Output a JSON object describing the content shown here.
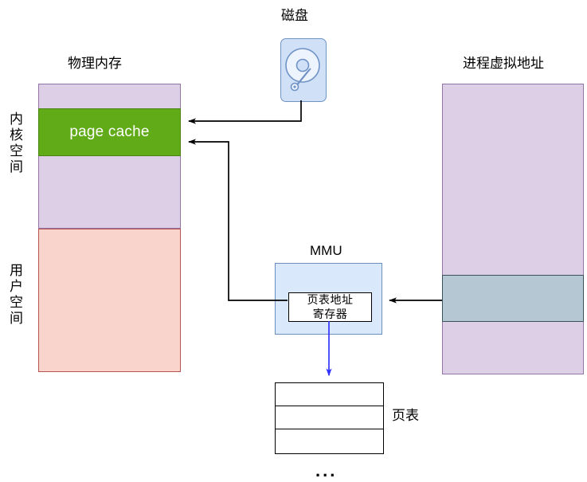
{
  "diagram": {
    "title_physical_memory": "物理内存",
    "title_disk": "磁盘",
    "title_mmu": "MMU",
    "title_virtual_address": "进程虚拟地址",
    "page_table_label": "页表",
    "page_table_ellipsis": "...",
    "kernel_space_label": "内核空间",
    "user_space_label": "用户空间",
    "page_cache_label": "page cache",
    "page_table_register_line1": "页表地址",
    "page_table_register_line2": "寄存器",
    "colors": {
      "kernel_space_fill": "#ddd0e6",
      "kernel_space_stroke": "#9673a6",
      "user_space_fill": "#f9d4cd",
      "user_space_stroke": "#b85450",
      "page_cache_fill": "#61ab19",
      "page_cache_text": "#ffffff",
      "mmu_fill": "#dae8fc",
      "mmu_stroke": "#6c8ebf",
      "disk_fill": "#cfe0f7",
      "disk_stroke": "#7093c6",
      "virtual_address_fill": "#ddd0e6",
      "virtual_address_stroke": "#9673a6",
      "highlight_fill": "#b4c7d2",
      "highlight_stroke": "#38535e",
      "connector_black": "#000000",
      "connector_blue": "#3333ff",
      "background": "#ffffff"
    },
    "page_table_rows": [
      "",
      "",
      ""
    ],
    "icons": {
      "disk": "hard-disk-icon"
    },
    "connectors": [
      {
        "name": "disk-to-page-cache",
        "from": "disk",
        "to": "page-cache",
        "color": "#000000"
      },
      {
        "name": "page-cache-to-mmu",
        "from": "mmu-page-table-register",
        "to": "page-cache",
        "color": "#000000"
      },
      {
        "name": "virtual-address-to-mmu",
        "from": "virtual-address-highlight",
        "to": "mmu",
        "color": "#000000"
      },
      {
        "name": "mmu-to-page-table",
        "from": "mmu",
        "to": "page-table",
        "color": "#3333ff"
      }
    ]
  }
}
